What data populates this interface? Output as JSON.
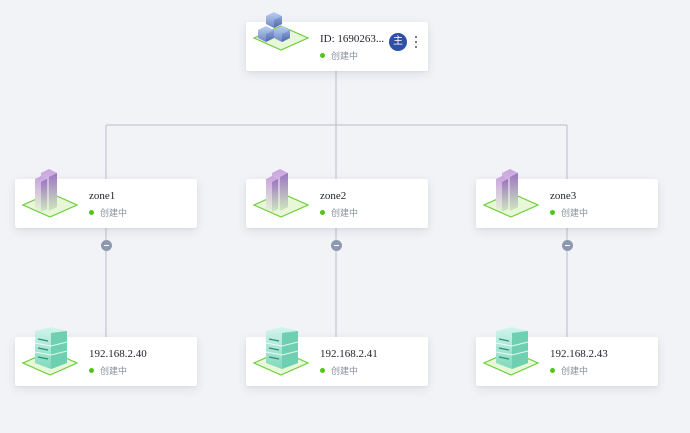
{
  "root": {
    "title": "ID: 1690263...",
    "status": "创建中",
    "master_badge": "主"
  },
  "zones": [
    {
      "title": "zone1",
      "status": "创建中"
    },
    {
      "title": "zone2",
      "status": "创建中"
    },
    {
      "title": "zone3",
      "status": "创建中"
    }
  ],
  "hosts": [
    {
      "title": "192.168.2.40",
      "status": "创建中"
    },
    {
      "title": "192.168.2.41",
      "status": "创建中"
    },
    {
      "title": "192.168.2.43",
      "status": "创建中"
    }
  ],
  "colors": {
    "status_dot": "#52c41a",
    "badge": "#2f4fa2",
    "connector": "#b9bec8",
    "background": "#f2f3f6"
  },
  "icons": {
    "root": "cluster-cubes-icon",
    "zone": "building-icon",
    "host": "server-icon"
  }
}
